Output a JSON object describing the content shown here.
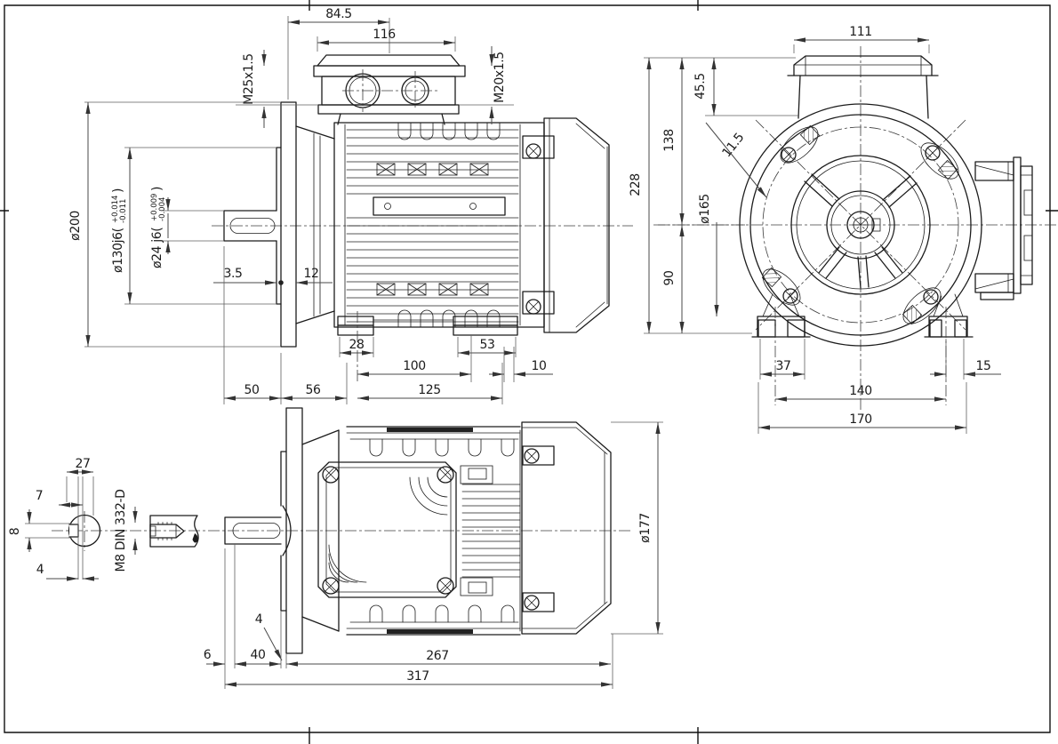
{
  "side_view": {
    "dim_flange_to_gland": "84.5",
    "dim_box_width": "116",
    "gland_left": "M25x1.5",
    "gland_right": "M20x1.5",
    "flange_diameter": "ø200",
    "spigot_diameter": "ø130j6(",
    "spigot_tol_upper": "+0.014",
    "spigot_tol_lower": "-0.011",
    "spigot_paren_close": ")",
    "shaft_diameter": "ø24 j6(",
    "shaft_tol_upper": "+0.009",
    "shaft_tol_lower": "-0.004",
    "shaft_paren_close": ")",
    "dim_spigot_height": "3.5",
    "dim_flange_thickness": "12",
    "dim_front_foot_width": "28",
    "dim_rear_foot_width": "53",
    "dim_foot_pitch": "100",
    "dim_rear_offset": "10",
    "dim_shaft_length": "50",
    "dim_flange_to_feet": "56",
    "dim_foot_span": "125"
  },
  "front_view": {
    "dim_box_width": "111",
    "dim_box_height": "45.5",
    "dim_center_to_top": "138",
    "dim_overall_height": "228",
    "dim_shaft_height": "90",
    "bolt_hole_diameter": "11.5",
    "bolt_circle_diameter": "ø165",
    "dim_foot_width": "37",
    "dim_pad_offset": "15",
    "dim_bolt_pitch": "140",
    "dim_foot_span": "170"
  },
  "shaft_detail": {
    "dim_key_protrusion": "27",
    "dim_key_top": "7",
    "dim_key_width": "8",
    "dim_key_depth": "4",
    "center_hole_thread": "M8 DIN 332-D"
  },
  "top_view": {
    "dim_spigot_thickness": "4",
    "dim_shaft_tip": "6",
    "dim_key_length": "40",
    "dim_flange_to_end": "267",
    "dim_overall_length": "317",
    "fan_cowl_diameter": "ø177"
  }
}
